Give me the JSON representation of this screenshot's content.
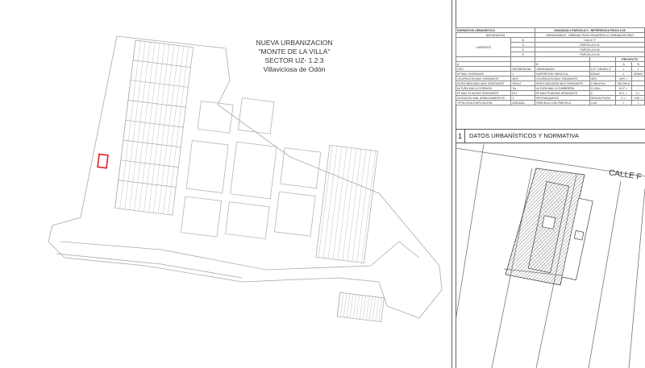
{
  "plan": {
    "title_lines": [
      "NUEVA URBANIZACION",
      "\"MONTE DE LA VILLA\"",
      "SECTOR UZ- 1.2.3",
      "Villaviciosa de Odón"
    ],
    "highlight_color": "#e02020"
  },
  "table": {
    "header": [
      "NORMATIVA URBANÍSTICA",
      "MANZANA 6 PARCELA 5 - REFERENCIA FINCA 6.05"
    ],
    "naturaleza": {
      "label": "NATURALEZA",
      "value": "URBANIZABLE , URBANA TRAS DESARROLLO URBANIZATORIO"
    },
    "linderos": {
      "label": "LINDEROS",
      "rows": [
        [
          "N",
          "CALLE F"
        ],
        [
          "S",
          "PARCELA 6.32"
        ],
        [
          "E",
          "PARCELA 6.06"
        ],
        [
          "O",
          "PARCELA 6.04"
        ]
      ]
    },
    "proyecto": "PROYECTO",
    "cols": [
      "A",
      "B",
      "A",
      "B"
    ],
    "rows": [
      [
        "USO",
        "RESIDENCIAL",
        "ORDENANZA",
        "3 G° GRADO 3°",
        "✓",
        "✓"
      ],
      [
        "Nº MAX VIVIENDAS",
        "1",
        "SUPERFICIE PARCELA",
        "625m2",
        "1",
        "625m2"
      ],
      [
        "OCUPACION MAX S/RASANTE",
        "40%",
        "OCUPACION MAX S/RASANTE",
        "40%",
        "40% ✓",
        "-"
      ],
      [
        "EDIFICABILIDAD MAX S/RASANTE",
        "300m2",
        "EDIFICABILIDAD MAX S/RASANTE",
        "0.48m2/m2",
        "250.99m2",
        "-"
      ],
      [
        "ALTURA MAX A CORNISA",
        "7m",
        "ALTURA MAX A CUMBRERA",
        "11.40m",
        "6.97 ✓",
        "-"
      ],
      [
        "Nº MAX PLANTAS S/RASANTE",
        "B+1",
        "Nº MAX PLANTAS S/RASANTE",
        "2",
        "B+1 ✓",
        "0 ✓"
      ],
      [
        "DOTACION MIN. APARCAMIENTOS",
        "2",
        "RETRANQUEOS",
        "SEGUN PGOU",
        "3 ✓",
        "3.50 ✓"
      ],
      [
        "TIPOLOGIA EDIFICACION",
        "AISLADA",
        "PARCELA CON PARCELA",
        "4.08",
        "✓",
        "✓"
      ]
    ]
  },
  "sheet": {
    "number": "1",
    "title": "DATOS URBANÍSTICOS Y NORMATIVA"
  },
  "detail": {
    "street": "CALLE F"
  }
}
